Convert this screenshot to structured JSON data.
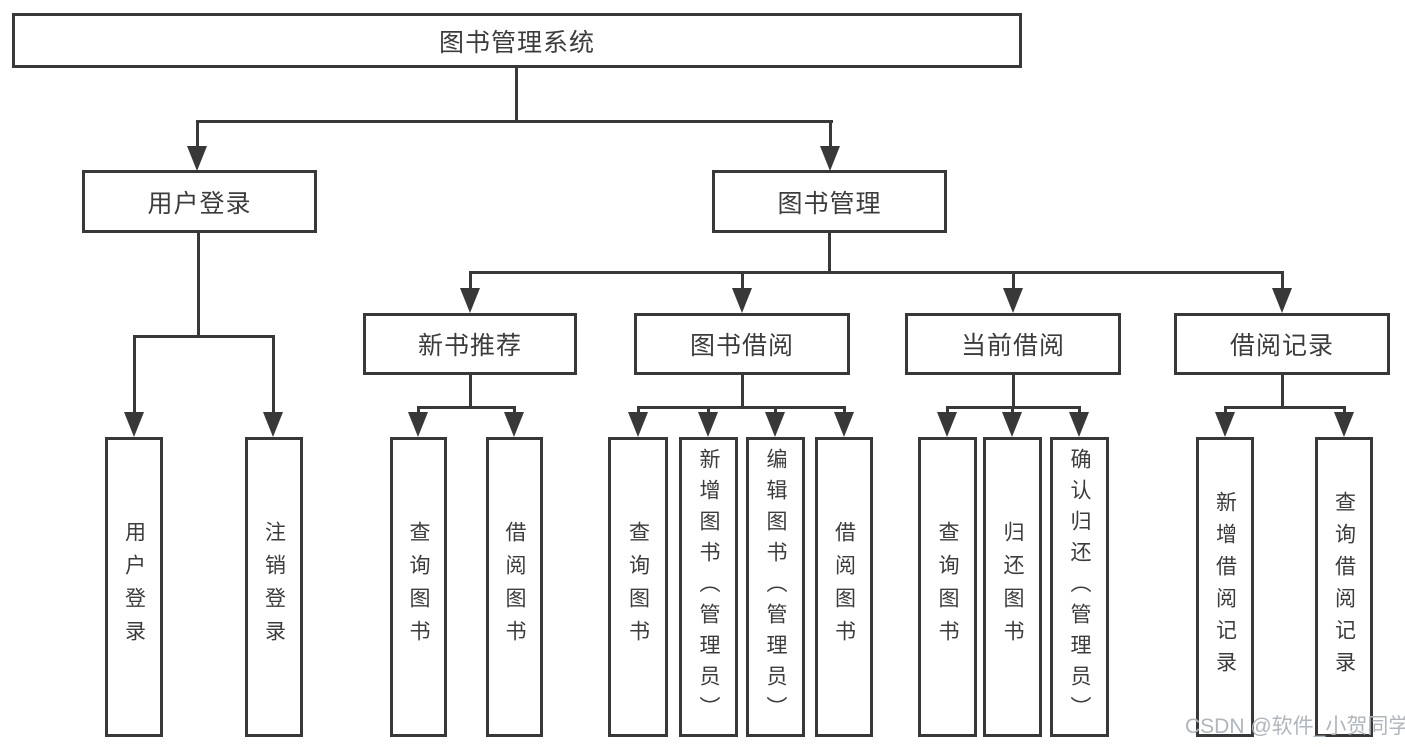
{
  "tree": {
    "root": "图书管理系统",
    "branches": [
      {
        "label": "用户登录",
        "children": [
          "用户登录",
          "注销登录"
        ]
      },
      {
        "label": "图书管理",
        "children": [
          {
            "label": "新书推荐",
            "children": [
              "查询图书",
              "借阅图书"
            ]
          },
          {
            "label": "图书借阅",
            "children": [
              "查询图书",
              "新增图书（管理员）",
              "编辑图书（管理员）",
              "借阅图书"
            ]
          },
          {
            "label": "当前借阅",
            "children": [
              "查询图书",
              "归还图书",
              "确认归还（管理员）"
            ]
          },
          {
            "label": "借阅记录",
            "children": [
              "新增借阅记录",
              "查询借阅记录"
            ]
          }
        ]
      }
    ]
  },
  "watermark": "CSDN @软件_小贺同学",
  "colors": {
    "line": "#383838",
    "text": "#3c3c3c",
    "watermark": "#b0b6bd",
    "background": "#ffffff"
  }
}
